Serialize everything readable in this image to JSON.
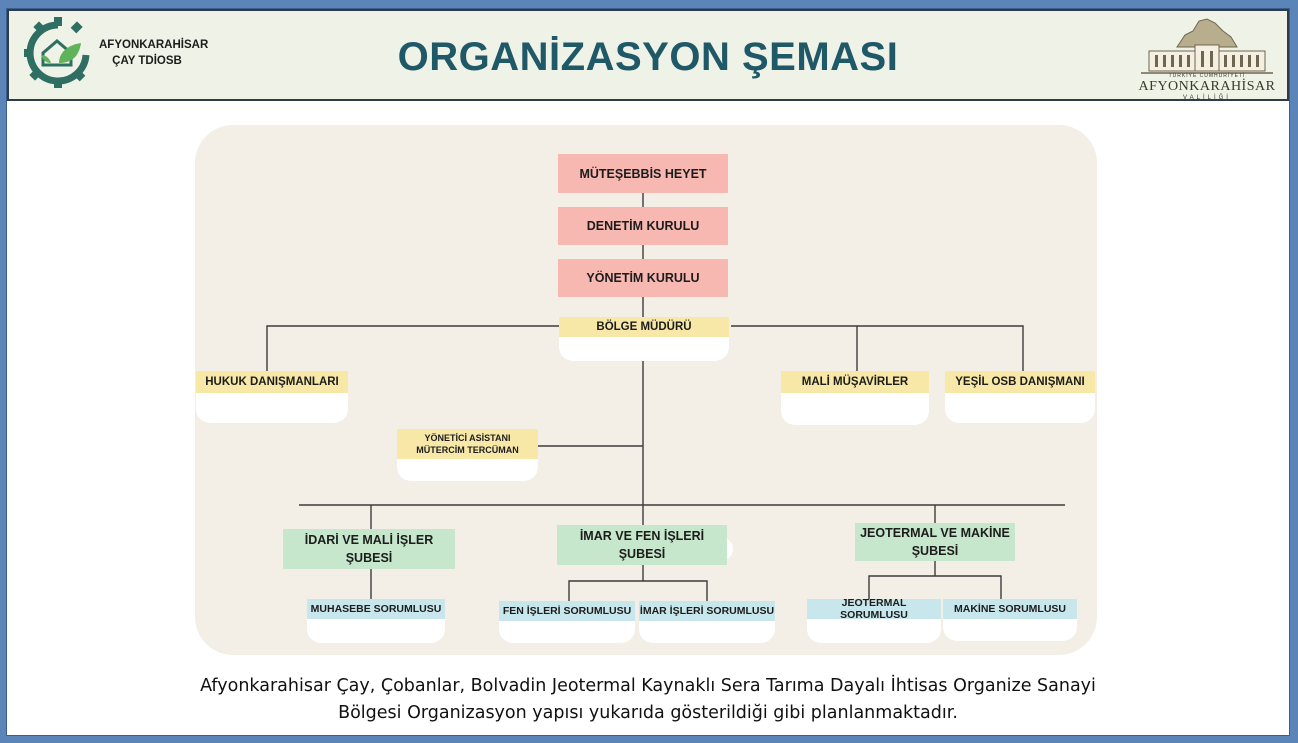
{
  "header": {
    "title": "ORGANİZASYON ŞEMASI",
    "left_logo": {
      "line1": "AFYONKARAHİSAR",
      "line2": "ÇAY TDİOSB",
      "accent": "#2f6e63"
    },
    "right_logo": {
      "line1": "TÜRKİYE CUMHURİYETİ",
      "line2": "AFYONKARAHİSAR",
      "line3": "VALİLİĞİ"
    }
  },
  "chart": {
    "top_chain": [
      "MÜTEŞEBBİS HEYET",
      "DENETİM KURULU",
      "YÖNETİM KURULU"
    ],
    "director": "BÖLGE MÜDÜRÜ",
    "advisors": [
      "HUKUK DANIŞMANLARI",
      "MALİ MÜŞAVİRLER",
      "YEŞİL OSB DANIŞMANI"
    ],
    "assistant": [
      "YÖNETİCİ ASİSTANI",
      "MÜTERCİM TERCÜMAN"
    ],
    "branches": [
      {
        "name": [
          "İDARİ VE MALİ İŞLER",
          "ŞUBESİ"
        ],
        "units": [
          "MUHASEBE SORUMLUSU"
        ]
      },
      {
        "name": [
          "İMAR VE FEN İŞLERİ",
          "ŞUBESİ"
        ],
        "units": [
          "FEN İŞLERİ SORUMLUSU",
          "İMAR İŞLERİ SORUMLUSU"
        ]
      },
      {
        "name": [
          "JEOTERMAL VE MAKİNE",
          "ŞUBESİ"
        ],
        "units": [
          "JEOTERMAL SORUMLUSU",
          "MAKİNE SORUMLUSU"
        ]
      }
    ]
  },
  "caption": {
    "line1": "Afyonkarahisar Çay, Çobanlar, Bolvadin Jeotermal Kaynaklı Sera Tarıma Dayalı İhtisas Organize Sanayi",
    "line2": "Bölgesi Organizasyon yapısı yukarıda gösterildiği gibi planlanmaktadır."
  },
  "colors": {
    "title": "#1f5866",
    "pink": "#f8b8b2",
    "yellow": "#f8e8a8",
    "green": "#c6e7cc",
    "blue": "#c7e7ec",
    "panel": "#f3eee6"
  }
}
